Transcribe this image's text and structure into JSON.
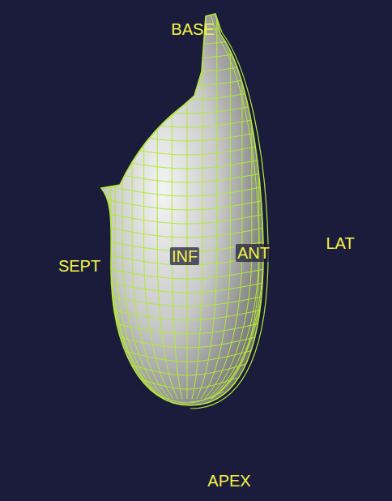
{
  "diagram": {
    "labels": [
      "BASE",
      "SEPT",
      "INF",
      "ANT",
      "LAT",
      "APEX"
    ]
  }
}
